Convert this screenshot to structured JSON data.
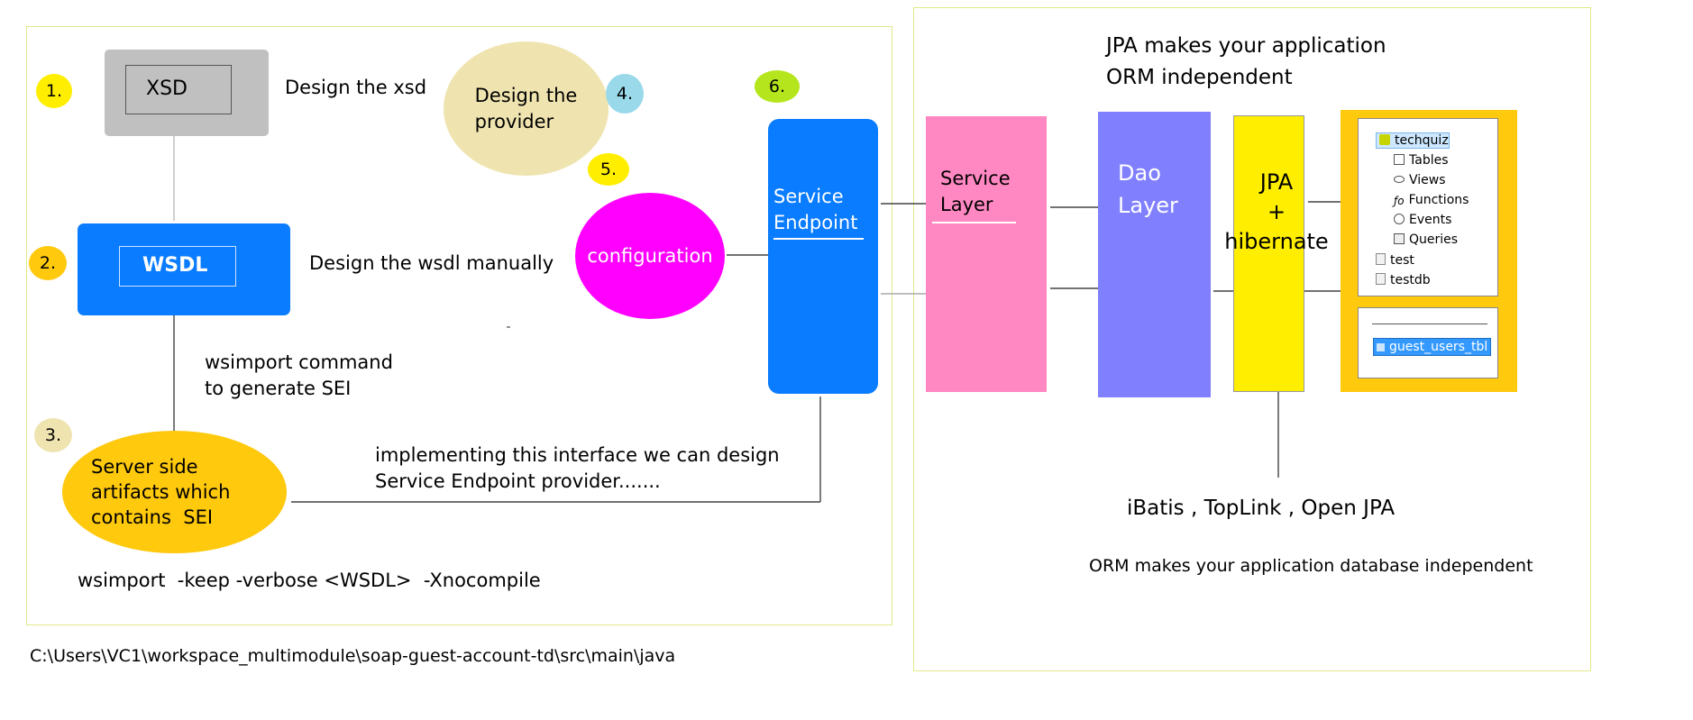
{
  "left_panel": {
    "steps": [
      {
        "num": "1.",
        "label": "XSD",
        "caption": "Design the xsd"
      },
      {
        "num": "2.",
        "label": "WSDL",
        "caption": "Design the wsdl manually"
      },
      {
        "num": "3.",
        "label": "Server side\nartifacts which\ncontains  SEI",
        "caption": "wsimport command\nto generate SEI"
      },
      {
        "num": "4.",
        "label": "Design the\nprovider"
      },
      {
        "num": "5.",
        "label": "configuration"
      },
      {
        "num": "6.",
        "label": "Service\nEndpoint"
      }
    ],
    "implement_note": "implementing this interface we can design\nService Endpoint provider.......",
    "wsimport_cmd": "wsimport  -keep -verbose <WSDL>  -Xnocompile"
  },
  "path_text": "C:\\Users\\VC1\\workspace_multimodule\\soap-guest-account-td\\src\\main\\java",
  "right_panel": {
    "title": "JPA makes your application\nORM independent",
    "service_layer": "Service\nLayer",
    "dao_layer": "Dao\nLayer",
    "jpa_label": "JPA\n+\nhibernate",
    "db_tree": {
      "root": "techquiz",
      "children": [
        "Tables",
        "Views",
        "Functions",
        "Events",
        "Queries"
      ],
      "others": [
        "test",
        "testdb"
      ]
    },
    "table_item": "guest_users_tbl",
    "orm_list": "iBatis , TopLink , Open JPA",
    "orm_note": "ORM makes your application database independent"
  },
  "colors": {
    "panel_border": "#e2e98a",
    "xsd_box": "#c0c0c0",
    "wsdl_box": "#0a7cff",
    "artifacts_oval": "#ffc90e",
    "provider_oval": "#efe4b0",
    "config_oval": "#ff00ff",
    "service_layer": "#ff88c2",
    "dao_layer": "#8080ff",
    "jpa_box": "#ffee00",
    "db_frame": "#ffc90e"
  }
}
